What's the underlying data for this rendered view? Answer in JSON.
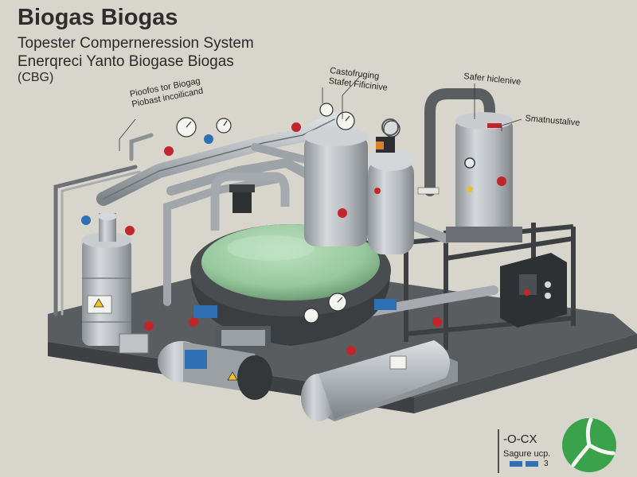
{
  "title": "Biogas Biogas",
  "subtitle_lines": [
    "Topester Comperneression System",
    "Enerqreci Yanto Biogase Biogas",
    "(CBG)"
  ],
  "callouts": {
    "left": [
      "Pioofos tor Biogag",
      "Piobast incoilicand"
    ],
    "mid": [
      "Castofruging",
      "Stafet Fificinive"
    ],
    "safer": "Safer hiclenive",
    "smart": "Smatnustalive"
  },
  "badge": {
    "code": "-O-CX",
    "sub": "Saɡure ucp.",
    "num": "3"
  },
  "colors": {
    "background": "#d8d6cc",
    "steel": "#a9aeb2",
    "frame": "#4a4d50",
    "digester_top": "#9fcca4",
    "valve_red": "#c0262b",
    "valve_blue": "#2f6fb3",
    "logo_green": "#3aa24a"
  },
  "icons": [
    "pressure-gauge-icon",
    "valve-icon",
    "warning-icon",
    "turbine-logo-icon"
  ]
}
